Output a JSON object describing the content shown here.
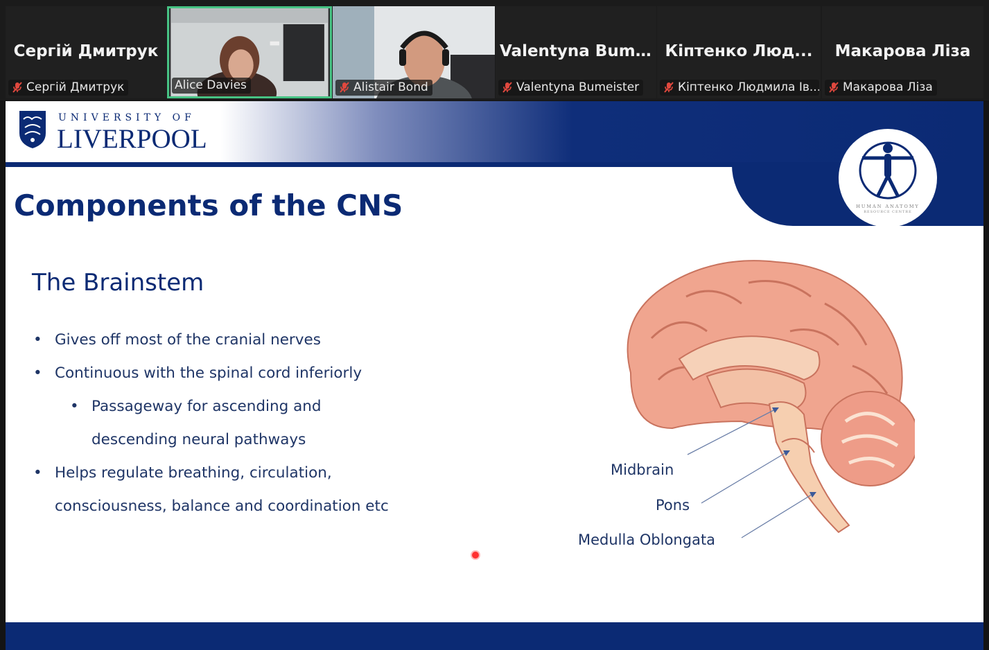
{
  "participants": [
    {
      "display": "Сергій Дмитрук",
      "label": "Сергій Дмитрук",
      "muted": true,
      "video": false,
      "speaking": false
    },
    {
      "display": "",
      "label": "Alice Davies",
      "muted": false,
      "video": true,
      "speaking": true
    },
    {
      "display": "",
      "label": "Alistair Bond",
      "muted": true,
      "video": true,
      "speaking": false
    },
    {
      "display": "Valentyna  Bum...",
      "label": "Valentyna Bumeister",
      "muted": true,
      "video": false,
      "speaking": false
    },
    {
      "display": "Кіптенко  Люд...",
      "label": "Кіптенко Людмила Ів...",
      "muted": true,
      "video": false,
      "speaking": false
    },
    {
      "display": "Макарова Ліза",
      "label": "Макарова Ліза",
      "muted": true,
      "video": false,
      "speaking": false
    }
  ],
  "slide": {
    "university_of": "UNIVERSITY OF",
    "university_name": "LIVERPOOL",
    "logo_text": "HUMAN ANATOMY",
    "logo_subtext": "RESOURCE CENTRE",
    "title": "Components of the CNS",
    "subtitle": "The Brainstem",
    "bullets": [
      {
        "level": 1,
        "text": "Gives off most of the cranial nerves"
      },
      {
        "level": 1,
        "text": "Continuous with the spinal cord inferiorly"
      },
      {
        "level": 2,
        "text": "Passageway for ascending and"
      },
      {
        "level": 2,
        "text": "descending neural pathways"
      },
      {
        "level": 1,
        "text": "Helps regulate breathing, circulation,"
      },
      {
        "level": 1,
        "text": "consciousness, balance and coordination etc"
      }
    ],
    "bullet_symbol": "•",
    "labels": {
      "midbrain": "Midbrain",
      "pons": "Pons",
      "medulla": "Medulla Oblongata"
    }
  },
  "colors": {
    "brand_navy": "#0b2a74",
    "speaking_border": "#46c283",
    "muted_icon": "#e0483e",
    "brain_pink": "#f0a58f"
  }
}
